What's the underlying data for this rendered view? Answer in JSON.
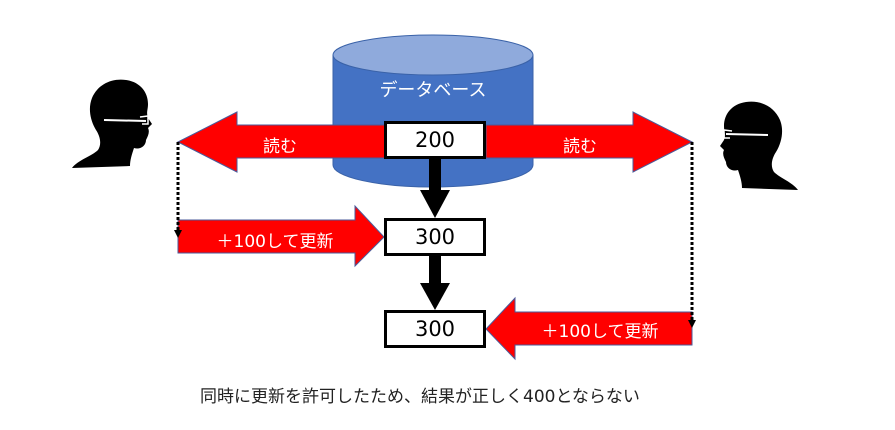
{
  "diagram": {
    "database": {
      "label": "データベース",
      "color": "#4472c4",
      "top_color": "#8faadc"
    },
    "users": [
      {
        "id": "user-left",
        "facing": "right"
      },
      {
        "id": "user-right",
        "facing": "left"
      }
    ],
    "read_arrows": [
      {
        "label": "読む",
        "direction": "left"
      },
      {
        "label": "読む",
        "direction": "right"
      }
    ],
    "update_arrows": [
      {
        "label": "＋100して更新",
        "direction": "right"
      },
      {
        "label": "＋100して更新",
        "direction": "left"
      }
    ],
    "values": [
      "200",
      "300",
      "300"
    ],
    "caption": "同時に更新を許可したため、結果が正しく400とならない",
    "colors": {
      "arrow": "#ff0000",
      "arrow_border": "#4a5a9a",
      "box_border": "#000000"
    }
  }
}
